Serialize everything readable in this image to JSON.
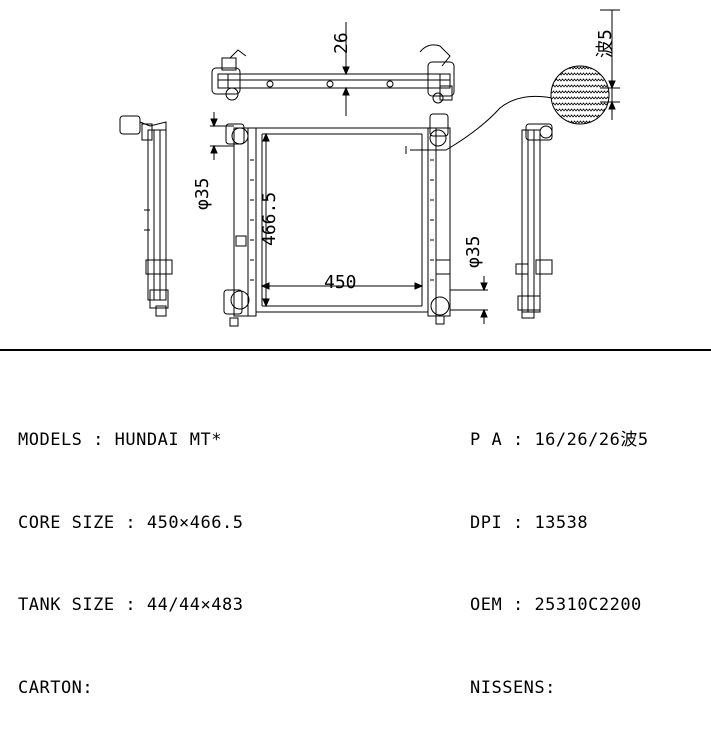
{
  "drawing": {
    "dims": {
      "thickness_top": "26",
      "fin_wave": "波5",
      "inlet_dia": "φ35",
      "outlet_dia": "φ35",
      "core_height": "466.5",
      "core_width": "450"
    }
  },
  "specs": {
    "left": [
      {
        "label": "MODELS",
        "sep": " : ",
        "value": "HUNDAI MT*"
      },
      {
        "label": "CORE SIZE",
        "sep": " : ",
        "value": "450×466.5"
      },
      {
        "label": "TANK SIZE",
        "sep": " : ",
        "value": "44/44×483"
      },
      {
        "label": "CARTON",
        "sep": ":",
        "value": ""
      }
    ],
    "right": [
      {
        "label": "P A",
        "sep": " : ",
        "value": "16/26/26波5"
      },
      {
        "label": "DPI",
        "sep": " : ",
        "value": "13538"
      },
      {
        "label": "OEM",
        "sep": " : ",
        "value": "25310C2200"
      },
      {
        "label": "NISSENS",
        "sep": ":",
        "value": ""
      }
    ]
  }
}
